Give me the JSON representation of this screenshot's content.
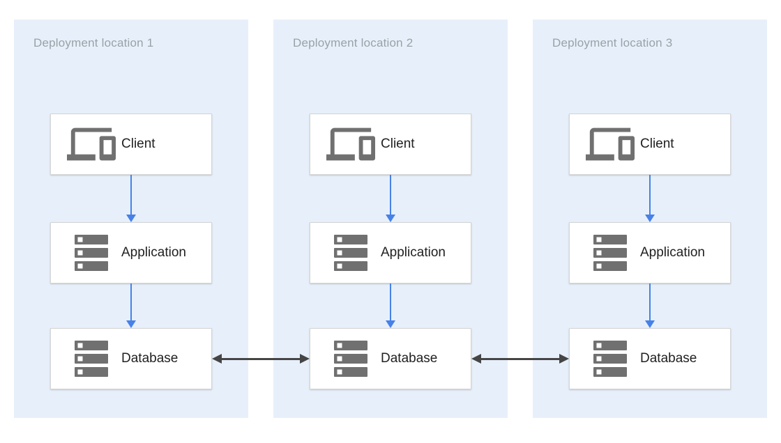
{
  "diagram": {
    "description": "Three deployment locations, each with a Client, Application and Database tier; databases replicate between locations",
    "colors": {
      "canvas_bg": "#FFFFFF",
      "panel_bg": "#E7F0FA",
      "box_bg": "#FFFFFF",
      "box_border": "#D5D5D5",
      "title_color": "#9AA0A6",
      "label_color": "#212121",
      "icon_color": "#707070",
      "flow_arrow_color": "#4781E8",
      "replication_arrow_color": "#454545"
    },
    "panels": [
      {
        "title": "Deployment location 1",
        "nodes": [
          {
            "label": "Client",
            "icon": "devices-icon"
          },
          {
            "label": "Application",
            "icon": "server-stack-icon"
          },
          {
            "label": "Database",
            "icon": "server-stack-icon"
          }
        ]
      },
      {
        "title": "Deployment location 2",
        "nodes": [
          {
            "label": "Client",
            "icon": "devices-icon"
          },
          {
            "label": "Application",
            "icon": "server-stack-icon"
          },
          {
            "label": "Database",
            "icon": "server-stack-icon"
          }
        ]
      },
      {
        "title": "Deployment location 3",
        "nodes": [
          {
            "label": "Client",
            "icon": "devices-icon"
          },
          {
            "label": "Application",
            "icon": "server-stack-icon"
          },
          {
            "label": "Database",
            "icon": "server-stack-icon"
          }
        ]
      }
    ],
    "connections": {
      "vertical_flow_per_location": [
        "Client → Application",
        "Application → Database"
      ],
      "horizontal_replication": [
        "Database (location 1) ↔ Database (location 2)",
        "Database (location 2) ↔ Database (location 3)"
      ]
    }
  }
}
